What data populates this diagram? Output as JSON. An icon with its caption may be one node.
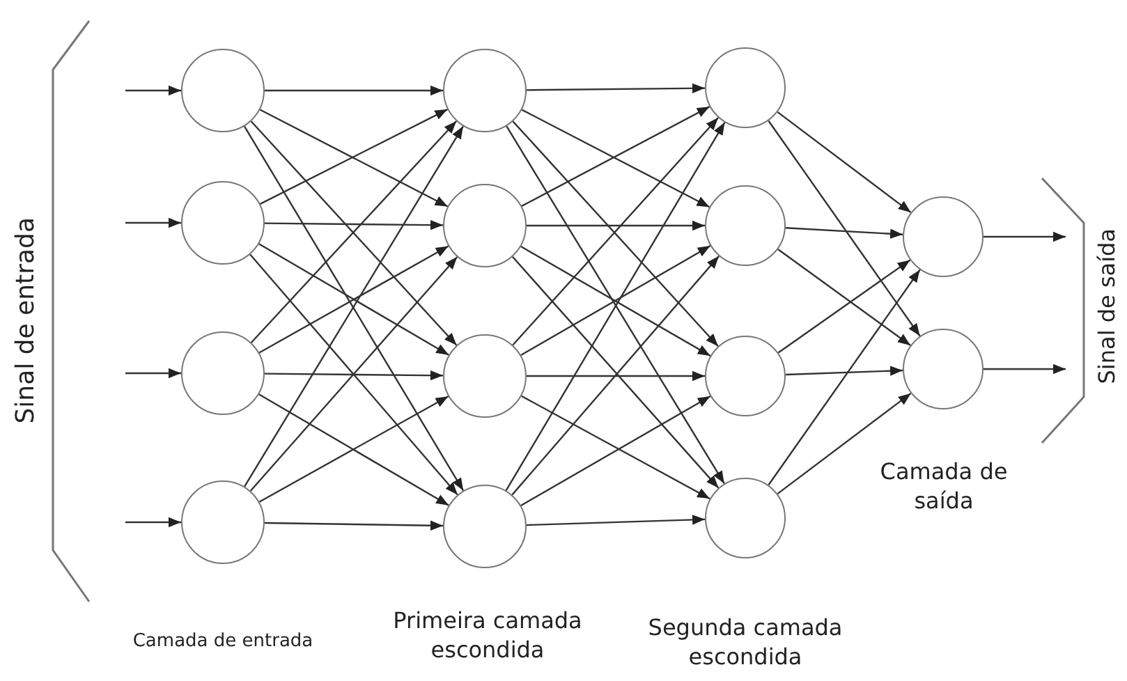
{
  "diagram": {
    "nodes": [
      {
        "text": [],
        "shape": "circle"
      },
      {
        "text": [],
        "shape": "circle"
      },
      {
        "text": [],
        "shape": "circle"
      },
      {
        "text": [],
        "shape": "circle"
      },
      {
        "text": [],
        "shape": "circle"
      },
      {
        "text": [],
        "shape": "circle"
      },
      {
        "text": [],
        "shape": "circle"
      },
      {
        "text": [],
        "shape": "circle"
      },
      {
        "text": [],
        "shape": "circle"
      },
      {
        "text": [],
        "shape": "circle"
      },
      {
        "text": [],
        "shape": "circle"
      },
      {
        "text": [],
        "shape": "circle"
      },
      {
        "text": [],
        "shape": "circle"
      },
      {
        "text": [],
        "shape": "circle"
      }
    ],
    "edges": [
      {
        "from": null,
        "to": 0,
        "arrow": "to"
      },
      {
        "from": null,
        "to": 1,
        "arrow": "to"
      },
      {
        "from": null,
        "to": 2,
        "arrow": "to"
      },
      {
        "from": null,
        "to": 3,
        "arrow": "to"
      },
      {
        "from": 0,
        "to": 4,
        "arrow": "to"
      },
      {
        "from": 0,
        "to": 5,
        "arrow": "to"
      },
      {
        "from": 0,
        "to": 6,
        "arrow": "to"
      },
      {
        "from": 0,
        "to": 7,
        "arrow": "to"
      },
      {
        "from": 1,
        "to": 4,
        "arrow": "to"
      },
      {
        "from": 1,
        "to": 5,
        "arrow": "to"
      },
      {
        "from": 1,
        "to": 6,
        "arrow": "to"
      },
      {
        "from": 1,
        "to": 7,
        "arrow": "to"
      },
      {
        "from": 2,
        "to": 4,
        "arrow": "to"
      },
      {
        "from": 2,
        "to": 5,
        "arrow": "to"
      },
      {
        "from": 2,
        "to": 6,
        "arrow": "to"
      },
      {
        "from": 2,
        "to": 7,
        "arrow": "to"
      },
      {
        "from": 3,
        "to": 4,
        "arrow": "to"
      },
      {
        "from": 3,
        "to": 5,
        "arrow": "to"
      },
      {
        "from": 3,
        "to": 6,
        "arrow": "to"
      },
      {
        "from": 3,
        "to": 7,
        "arrow": "to"
      },
      {
        "from": 4,
        "to": 8,
        "arrow": "to"
      },
      {
        "from": 4,
        "to": 9,
        "arrow": "to"
      },
      {
        "from": 4,
        "to": 10,
        "arrow": "to"
      },
      {
        "from": 4,
        "to": 11,
        "arrow": "to"
      },
      {
        "from": 5,
        "to": 8,
        "arrow": "to"
      },
      {
        "from": 5,
        "to": 9,
        "arrow": "to"
      },
      {
        "from": 5,
        "to": 10,
        "arrow": "to"
      },
      {
        "from": 5,
        "to": 11,
        "arrow": "to"
      },
      {
        "from": 6,
        "to": 8,
        "arrow": "to"
      },
      {
        "from": 6,
        "to": 9,
        "arrow": "to"
      },
      {
        "from": 6,
        "to": 10,
        "arrow": "to"
      },
      {
        "from": 6,
        "to": 11,
        "arrow": "to"
      },
      {
        "from": 7,
        "to": 8,
        "arrow": "to"
      },
      {
        "from": 7,
        "to": 9,
        "arrow": "to"
      },
      {
        "from": 7,
        "to": 10,
        "arrow": "to"
      },
      {
        "from": 7,
        "to": 11,
        "arrow": "to"
      },
      {
        "from": 8,
        "to": 12,
        "arrow": "to"
      },
      {
        "from": 8,
        "to": 13,
        "arrow": "to"
      },
      {
        "from": 9,
        "to": 12,
        "arrow": "to"
      },
      {
        "from": 9,
        "to": 13,
        "arrow": "to"
      },
      {
        "from": 10,
        "to": 12,
        "arrow": "to"
      },
      {
        "from": 10,
        "to": 13,
        "arrow": "to"
      },
      {
        "from": 11,
        "to": 12,
        "arrow": "to"
      },
      {
        "from": 11,
        "to": 13,
        "arrow": "to"
      },
      {
        "from": 12,
        "to": null,
        "arrow": "to"
      },
      {
        "from": 13,
        "to": null,
        "arrow": "to"
      }
    ],
    "labels": [
      "Sinal de entrada",
      "Sinal de saída",
      "Camada de saída",
      "Camada de entrada",
      "Primeira camada escondida",
      "Segunda camada escondida"
    ]
  }
}
